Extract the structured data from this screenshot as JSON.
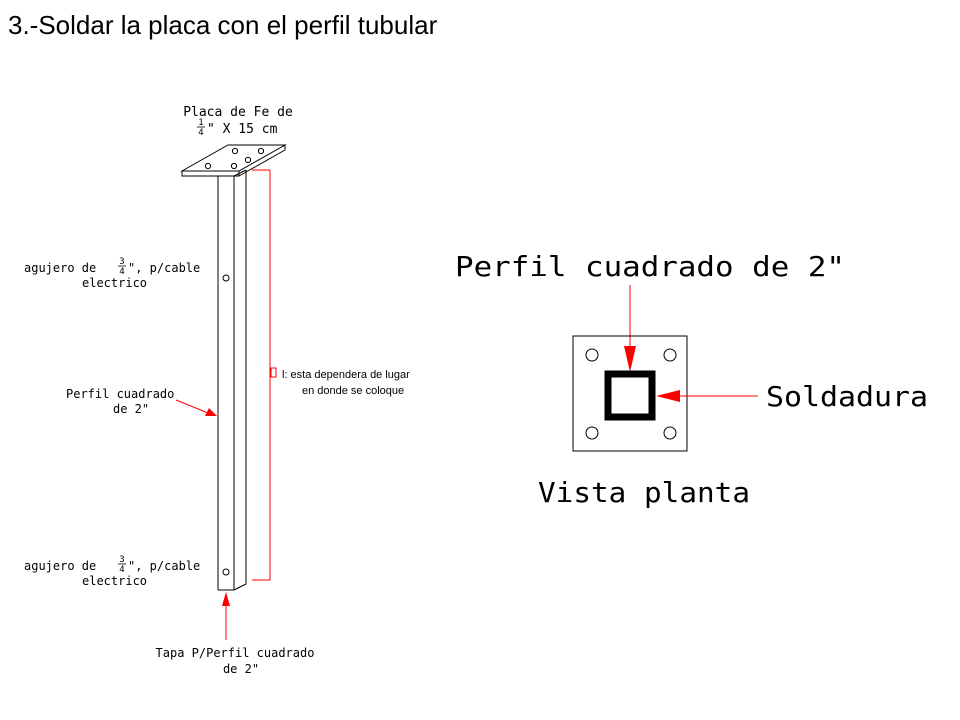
{
  "title": "3.-Soldar la placa con el perfil tubular",
  "side_view": {
    "plate_label": "Placa de Fe de",
    "plate_dim_num": "1",
    "plate_dim_den": "4",
    "plate_dim_rest": "\" X 15 cm",
    "hole_top_a": "agujero de",
    "hole_top_num": "3",
    "hole_top_den": "4",
    "hole_top_b": "\", p/cable",
    "hole_top_c": "electrico",
    "profile_a": "Perfil cuadrado",
    "profile_b": "de 2\"",
    "length_a": "l: esta dependera de lugar",
    "length_b": "en donde se coloque",
    "hole_bot_a": "agujero de",
    "hole_bot_num": "3",
    "hole_bot_den": "4",
    "hole_bot_b": "\", p/cable",
    "hole_bot_c": "electrico",
    "cap_a": "Tapa P/Perfil cuadrado",
    "cap_b": "de 2\""
  },
  "plan_view": {
    "profile_label": "Perfil cuadrado de 2\"",
    "weld_label": "Soldadura",
    "caption": "Vista planta"
  },
  "colors": {
    "annotation": "#ff0000",
    "line": "#000000"
  }
}
